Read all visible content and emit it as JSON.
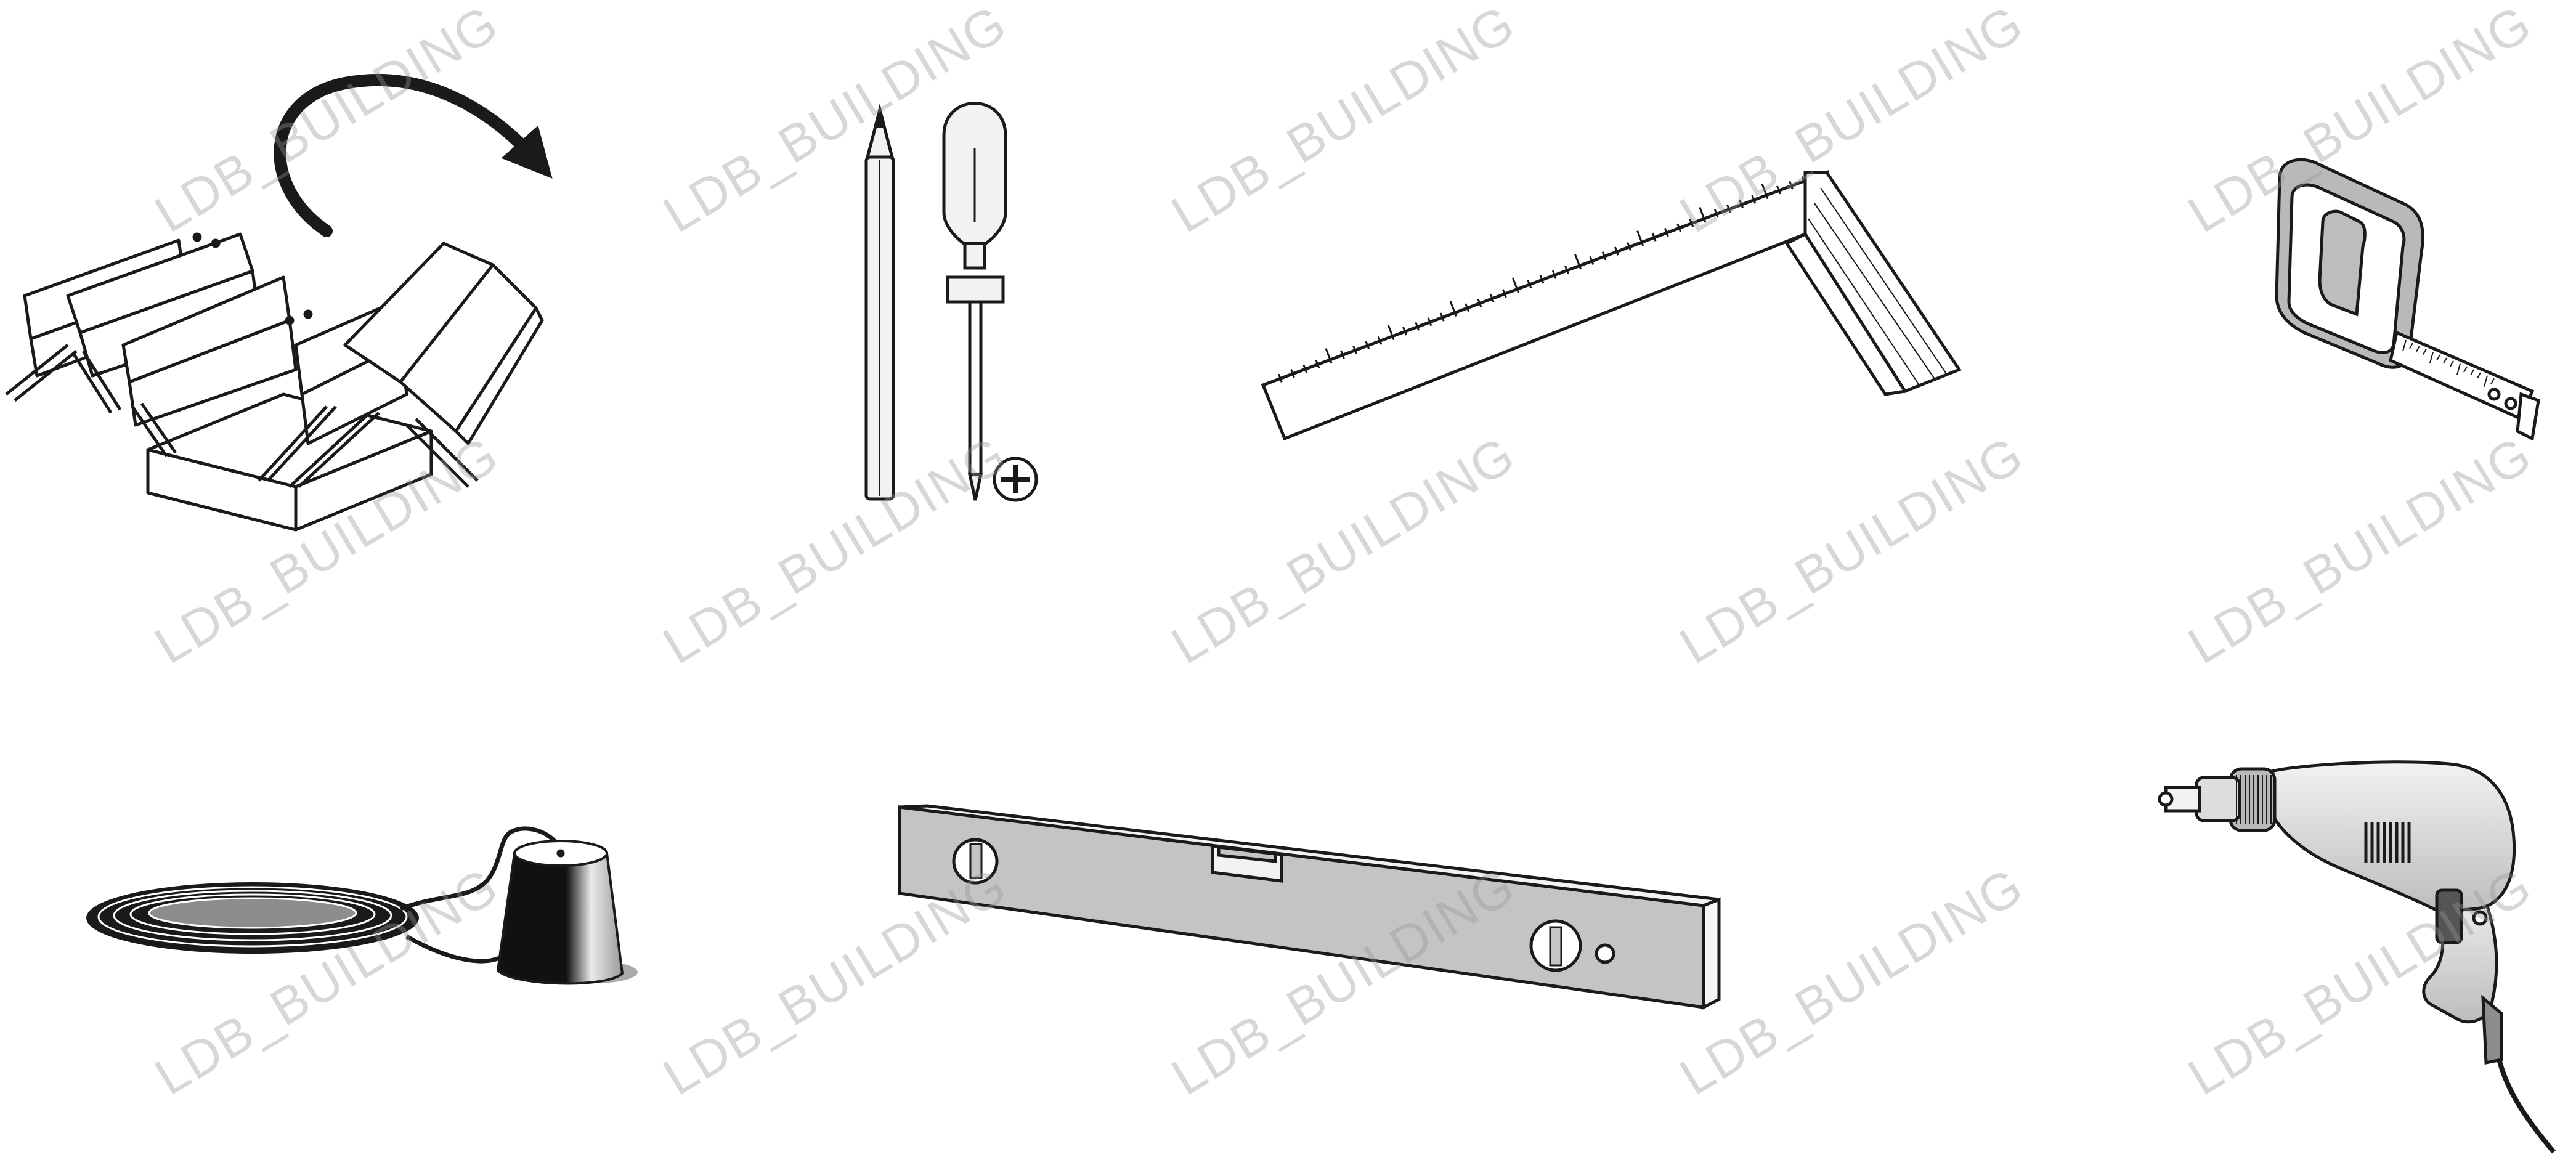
{
  "illustration": {
    "background": "#ffffff",
    "stroke_color": "#1a1a1a",
    "metal_grey": "#c4c4c4",
    "tools": [
      {
        "name": "cantilever-toolbox",
        "icon": "toolbox-icon"
      },
      {
        "name": "rotate-arrow",
        "icon": "curved-arrow-icon"
      },
      {
        "name": "pencil",
        "icon": "pencil-icon"
      },
      {
        "name": "phillips-screwdriver",
        "icon": "screwdriver-icon"
      },
      {
        "name": "try-square",
        "icon": "square-ruler-icon"
      },
      {
        "name": "tape-measure",
        "icon": "tape-measure-icon"
      },
      {
        "name": "string-line-reel",
        "icon": "cord-icon"
      },
      {
        "name": "spirit-level",
        "icon": "level-icon"
      },
      {
        "name": "power-drill",
        "icon": "drill-icon"
      }
    ]
  },
  "watermark": {
    "text": "LDB_BUILDING"
  }
}
